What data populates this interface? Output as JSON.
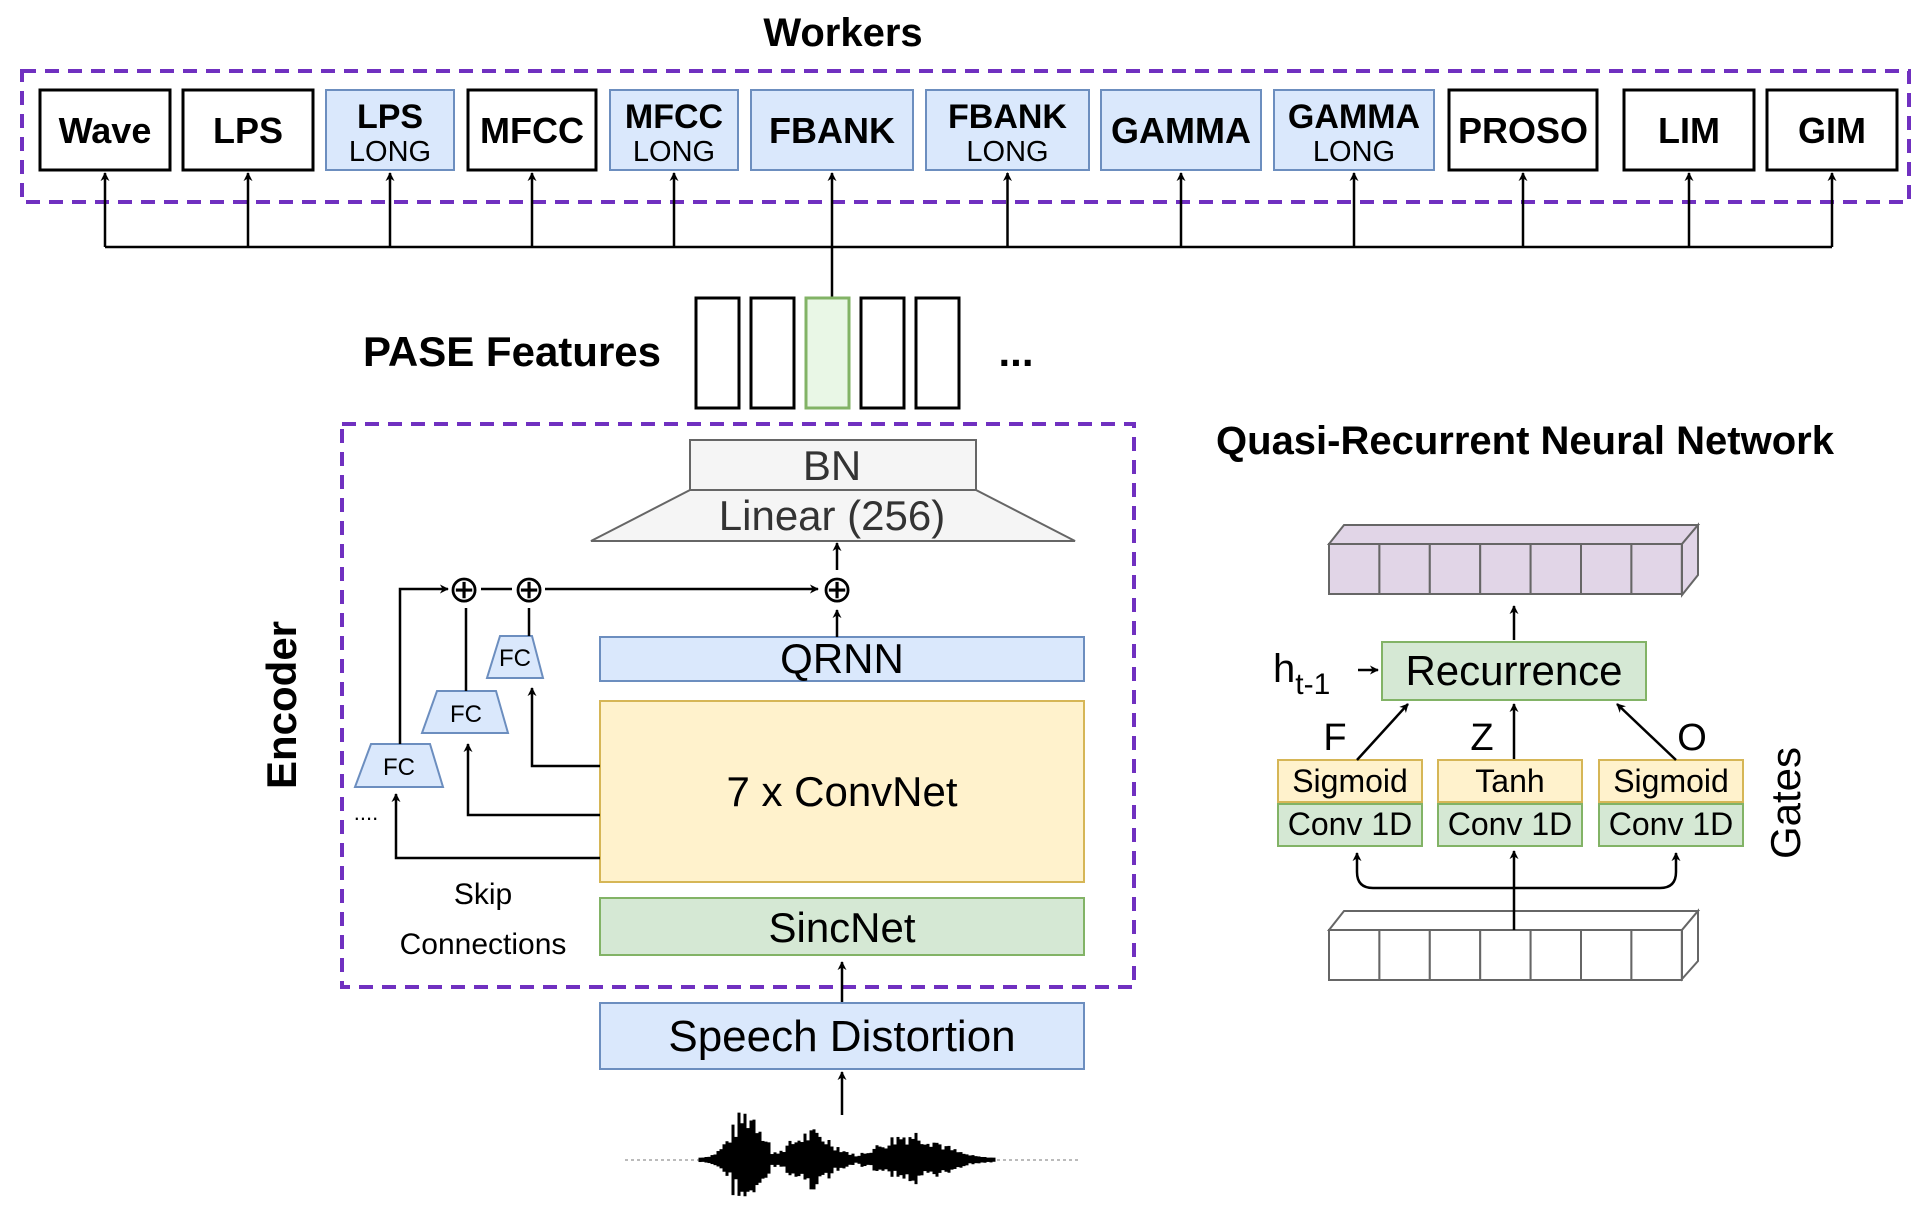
{
  "colors": {
    "blue_fill": "#dae8fc",
    "blue_stroke": "#6c8ebf",
    "green_fill": "#d5e8d4",
    "green_stroke": "#82b366",
    "yellow_fill": "#fff2cc",
    "yellow_stroke": "#d6b656",
    "purple_dash": "#7030c0",
    "purple_fill": "#e1d5e7",
    "purple_stroke": "#9673a6",
    "gray_fill": "#f5f5f5",
    "gray_stroke": "#666666",
    "feature_green_fill": "#e9f7e6",
    "feature_green_stroke": "#82b366"
  },
  "workers": {
    "title": "Workers",
    "items": [
      {
        "label": "Wave",
        "sub": "",
        "style": "white"
      },
      {
        "label": "LPS",
        "sub": "",
        "style": "white"
      },
      {
        "label": "LPS",
        "sub": "LONG",
        "style": "blue"
      },
      {
        "label": "MFCC",
        "sub": "",
        "style": "white"
      },
      {
        "label": "MFCC",
        "sub": "LONG",
        "style": "blue"
      },
      {
        "label": "FBANK",
        "sub": "",
        "style": "blue"
      },
      {
        "label": "FBANK",
        "sub": "LONG",
        "style": "blue"
      },
      {
        "label": "GAMMA",
        "sub": "",
        "style": "blue"
      },
      {
        "label": "GAMMA",
        "sub": "LONG",
        "style": "blue"
      },
      {
        "label": "PROSO",
        "sub": "",
        "style": "white"
      },
      {
        "label": "LIM",
        "sub": "",
        "style": "white"
      },
      {
        "label": "GIM",
        "sub": "",
        "style": "white"
      }
    ]
  },
  "features": {
    "title": "PASE Features",
    "ellipsis": "..."
  },
  "encoder": {
    "title": "Encoder",
    "bn": "BN",
    "linear": "Linear (256)",
    "qrnn": "QRNN",
    "convnet": "7 x ConvNet",
    "sincnet": "SincNet",
    "fc": "FC",
    "dots": "....",
    "skip_line1": "Skip",
    "skip_line2": "Connections",
    "plus": "⊕"
  },
  "input": {
    "distortion": "Speech Distortion"
  },
  "qrnn_panel": {
    "title": "Quasi-Recurrent Neural Network",
    "recurrence": "Recurrence",
    "h_main": "h",
    "h_sub": "t-1",
    "gates_label": "Gates",
    "gates": [
      {
        "letter": "F",
        "activation": "Sigmoid",
        "conv": "Conv 1D"
      },
      {
        "letter": "Z",
        "activation": "Tanh",
        "conv": "Conv 1D"
      },
      {
        "letter": "O",
        "activation": "Sigmoid",
        "conv": "Conv 1D"
      }
    ]
  }
}
